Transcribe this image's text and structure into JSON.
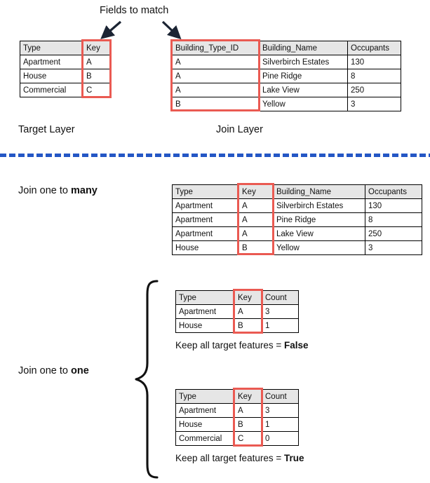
{
  "annotations": {
    "fields_to_match": "Fields to match",
    "target_layer": "Target Layer",
    "join_layer": "Join Layer",
    "join_one_to_many_prefix": "Join one to ",
    "join_one_to_many_emph": "many",
    "join_one_to_one_prefix": "Join one to ",
    "join_one_to_one_emph": "one",
    "keep_false_prefix": "Keep all target features = ",
    "keep_false_value": "False",
    "keep_true_prefix": "Keep all target features = ",
    "keep_true_value": "True"
  },
  "colors": {
    "highlight_red": "#ea5a52",
    "divider_blue": "#2457c5",
    "header_fill": "#e6e6e6",
    "border": "#000000",
    "arrow": "#1b2433"
  },
  "icons": {
    "arrow_left": "arrow-down-right-icon",
    "arrow_right": "arrow-down-right-icon",
    "brace": "curly-brace-icon"
  },
  "tables": {
    "target_layer": {
      "name": "Target Layer",
      "headers": [
        "Type",
        "Key"
      ],
      "rows": [
        [
          "Apartment",
          "A"
        ],
        [
          "House",
          "B"
        ],
        [
          "Commercial",
          "C"
        ]
      ],
      "highlight_column": "Key"
    },
    "join_layer": {
      "name": "Join Layer",
      "headers": [
        "Building_Type_ID",
        "Building_Name",
        "Occupants"
      ],
      "rows": [
        [
          "A",
          "Silverbirch Estates",
          "130"
        ],
        [
          "A",
          "Pine Ridge",
          "8"
        ],
        [
          "A",
          "Lake View",
          "250"
        ],
        [
          "B",
          "Yellow",
          "3"
        ]
      ],
      "highlight_column": "Building_Type_ID"
    },
    "one_to_many_result": {
      "headers": [
        "Type",
        "Key",
        "Building_Name",
        "Occupants"
      ],
      "rows": [
        [
          "Apartment",
          "A",
          "Silverbirch Estates",
          "130"
        ],
        [
          "Apartment",
          "A",
          "Pine Ridge",
          "8"
        ],
        [
          "Apartment",
          "A",
          "Lake View",
          "250"
        ],
        [
          "House",
          "B",
          "Yellow",
          "3"
        ]
      ],
      "highlight_column": "Key"
    },
    "one_to_one_false": {
      "headers": [
        "Type",
        "Key",
        "Count"
      ],
      "rows": [
        [
          "Apartment",
          "A",
          "3"
        ],
        [
          "House",
          "B",
          "1"
        ]
      ],
      "highlight_column": "Key"
    },
    "one_to_one_true": {
      "headers": [
        "Type",
        "Key",
        "Count"
      ],
      "rows": [
        [
          "Apartment",
          "A",
          "3"
        ],
        [
          "House",
          "B",
          "1"
        ],
        [
          "Commercial",
          "C",
          "0"
        ]
      ],
      "highlight_column": "Key"
    }
  }
}
